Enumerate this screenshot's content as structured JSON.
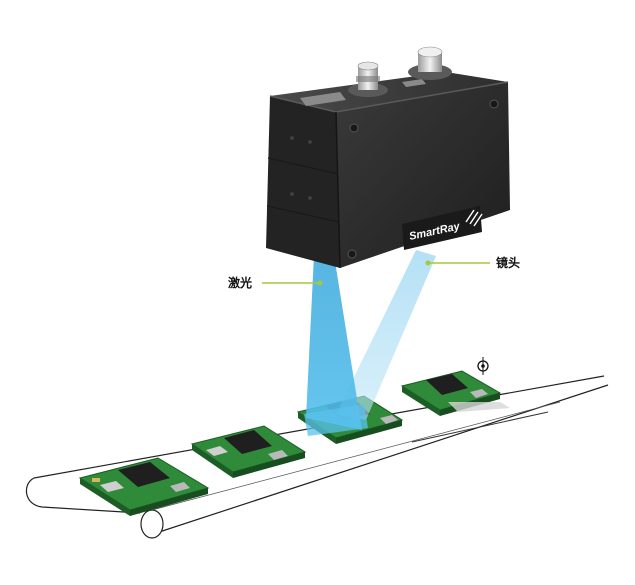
{
  "diagram": {
    "brand": "SmartRay",
    "labels": {
      "laser": "激光",
      "lens": "镜头"
    },
    "colors": {
      "camera_body": "#2b2b2b",
      "laser_beam": "#3aa8dc",
      "lens_fov": "#8fd0ee",
      "callout_line": "#a6c93a",
      "pcb_green": "#2f8a3a",
      "chip": "#1f1f1f"
    },
    "icons": [
      "laser-safety-icon"
    ]
  }
}
